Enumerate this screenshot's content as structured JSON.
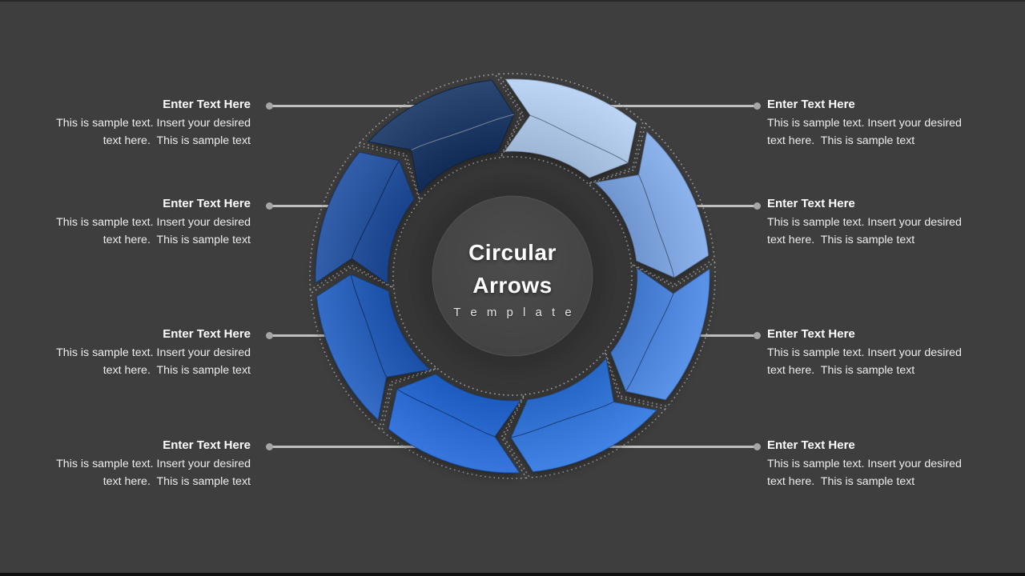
{
  "title": {
    "line1": "Circular",
    "line2": "Arrows",
    "subtitle": "T e m p l a t e"
  },
  "rows_left": [
    {
      "title": "Enter Text Here",
      "line1": "This is sample text. Insert your desired",
      "line2": "text here.  This is sample text"
    },
    {
      "title": "Enter Text Here",
      "line1": "This is sample text. Insert your desired",
      "line2": "text here.  This is sample text"
    },
    {
      "title": "Enter Text Here",
      "line1": "This is sample text. Insert your desired",
      "line2": "text here.  This is sample text"
    },
    {
      "title": "Enter Text Here",
      "line1": "This is sample text. Insert your desired",
      "line2": "text here.  This is sample text"
    }
  ],
  "rows_right": [
    {
      "title": "Enter Text Here",
      "line1": "This is sample text. Insert your desired",
      "line2": "text here.  This is sample text"
    },
    {
      "title": "Enter Text Here",
      "line1": "This is sample text. Insert your desired",
      "line2": "text here.  This is sample text"
    },
    {
      "title": "Enter Text Here",
      "line1": "This is sample text. Insert your desired",
      "line2": "text here.  This is sample text"
    },
    {
      "title": "Enter Text Here",
      "line1": "This is sample text. Insert your desired",
      "line2": "text here.  This is sample text"
    }
  ],
  "connector": {
    "line_color": "#bfbfbf",
    "dot_color": "#a6a6a6"
  },
  "diagram": {
    "direction": "clockwise",
    "outline_color": "#a3a3a3",
    "backdrop_color": "#383838",
    "center_circle_color": "#454545",
    "segments": [
      {
        "name": "step-1",
        "color": "#b4cff3"
      },
      {
        "name": "step-2",
        "color": "#7fa9ea"
      },
      {
        "name": "step-3",
        "color": "#4886e5"
      },
      {
        "name": "step-4",
        "color": "#2b74e0"
      },
      {
        "name": "step-5",
        "color": "#2066d8"
      },
      {
        "name": "step-6",
        "color": "#1d5abd"
      },
      {
        "name": "step-7",
        "color": "#1b4b9e"
      },
      {
        "name": "step-8",
        "color": "#123161"
      }
    ]
  }
}
